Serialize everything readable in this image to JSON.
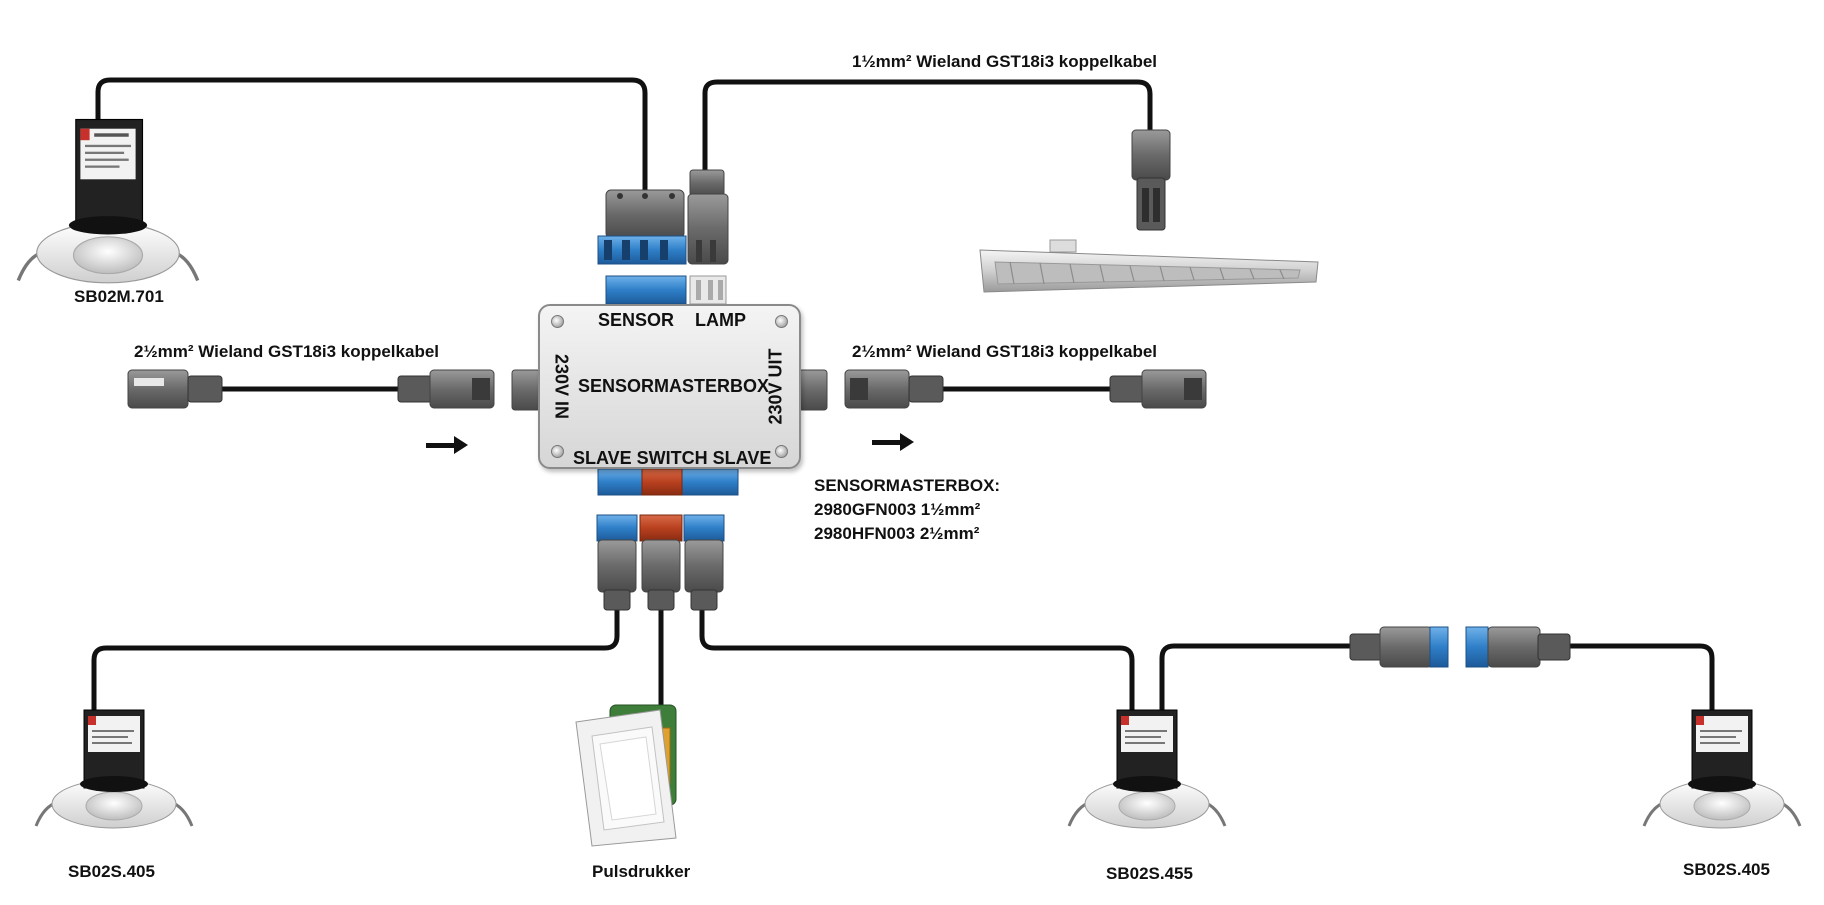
{
  "box": {
    "title": "SENSORMASTERBOX",
    "port_sensor": "SENSOR",
    "port_lamp": "LAMP",
    "port_in": "230V IN",
    "port_out": "230V UIT",
    "port_bottom": "SLAVE SWITCH SLAVE"
  },
  "cables": {
    "top_right": "1½mm² Wieland GST18i3 koppelkabel",
    "left": "2½mm² Wieland GST18i3 koppelkabel",
    "right": "2½mm² Wieland GST18i3 koppelkabel"
  },
  "devices": {
    "master_sensor": "SB02M.701",
    "slave_left": "SB02S.405",
    "pushbutton": "Pulsdrukker",
    "slave_mid": "SB02S.455",
    "slave_right": "SB02S.405"
  },
  "note": {
    "line1": "SENSORMASTERBOX:",
    "line2": "2980GFN003 1½mm²",
    "line3": "2980HFN003 2½mm²"
  },
  "colors": {
    "wire": "#111111",
    "connector_grey": "#6e6e6e",
    "connector_blue": "#2f7fc8",
    "connector_red": "#b8401f"
  },
  "icons": {
    "arrow": "right-arrow-icon",
    "sensor": "ceiling-sensor-icon",
    "switch": "wall-switch-icon",
    "luminaire": "linear-luminaire-icon"
  }
}
